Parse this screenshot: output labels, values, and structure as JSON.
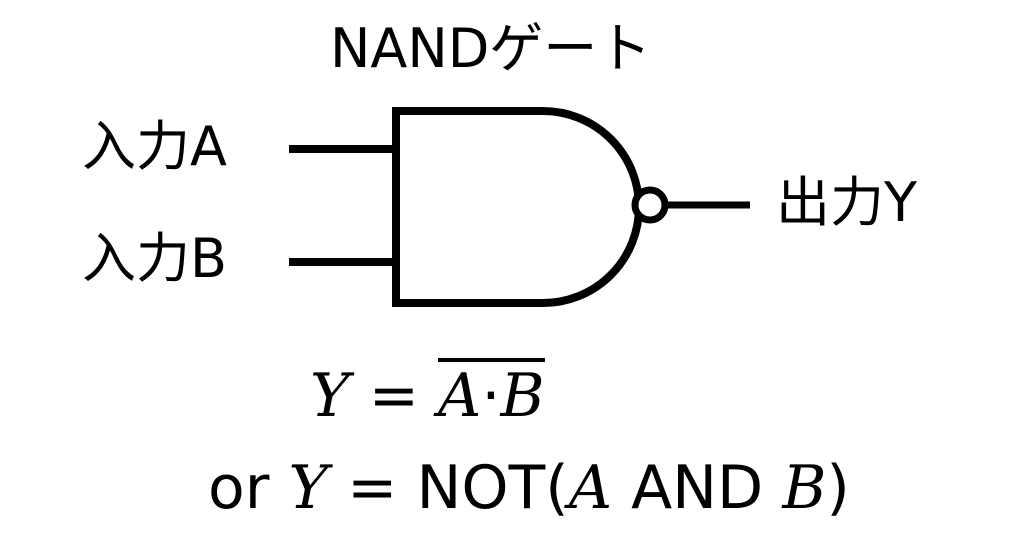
{
  "title": "NANDゲート",
  "inputs": [
    {
      "label": "入力A"
    },
    {
      "label": "入力B"
    }
  ],
  "output": {
    "label": "出力Y"
  },
  "gate": {
    "type": "NAND",
    "stroke_color": "#000000"
  },
  "equation_1": {
    "lhs": "Y",
    "equals": "=",
    "rhs_a": "A",
    "rhs_op": "·",
    "rhs_b": "B",
    "negated": true
  },
  "equation_2": {
    "prefix": "or",
    "lhs": "Y",
    "equals": "=",
    "func": "NOT(",
    "a": "A",
    "op": " AND ",
    "b": "B",
    "close": ")"
  }
}
